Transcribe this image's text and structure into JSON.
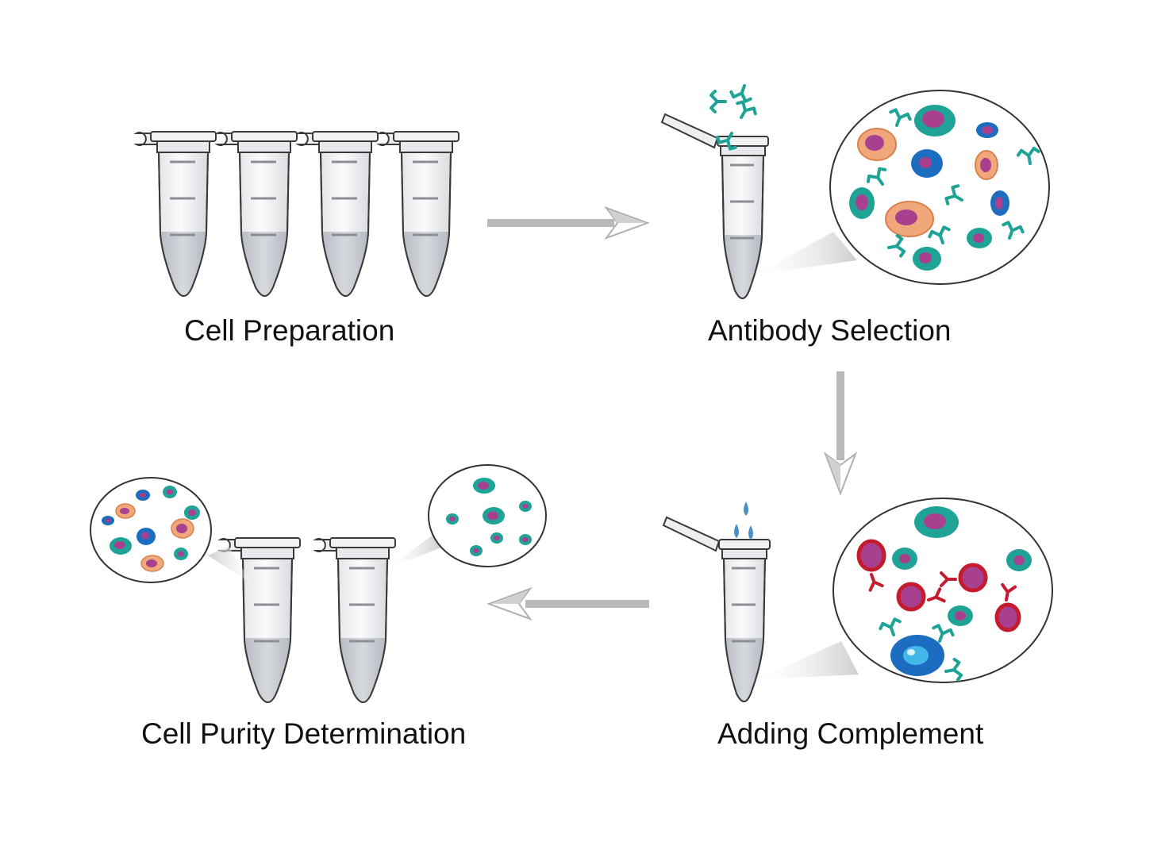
{
  "steps": {
    "cell_preparation": "Cell Preparation",
    "antibody_selection": "Antibody Selection",
    "adding_complement": "Adding Complement",
    "cell_purity": "Cell Purity Determination"
  },
  "colors": {
    "tube_body": "#f4f5f6",
    "tube_outline": "#3a3a3a",
    "liquid": "#c8ccd2",
    "arrow": "#b9b9b9",
    "antibody": "#1fa396",
    "teal_cell": "#1fa396",
    "blue_cell": "#1c6cc0",
    "orange_cell": "#f0a87a",
    "nucleus": "#a8408f",
    "lysed_cell": "#c41c2e",
    "droplet": "#4a90c9"
  },
  "icons": [
    "microcentrifuge-tube-icon",
    "antibody-icon",
    "cell-icon",
    "droplet-icon",
    "arrow-right-icon",
    "arrow-down-icon",
    "arrow-left-icon",
    "magnifier-circle-icon"
  ]
}
